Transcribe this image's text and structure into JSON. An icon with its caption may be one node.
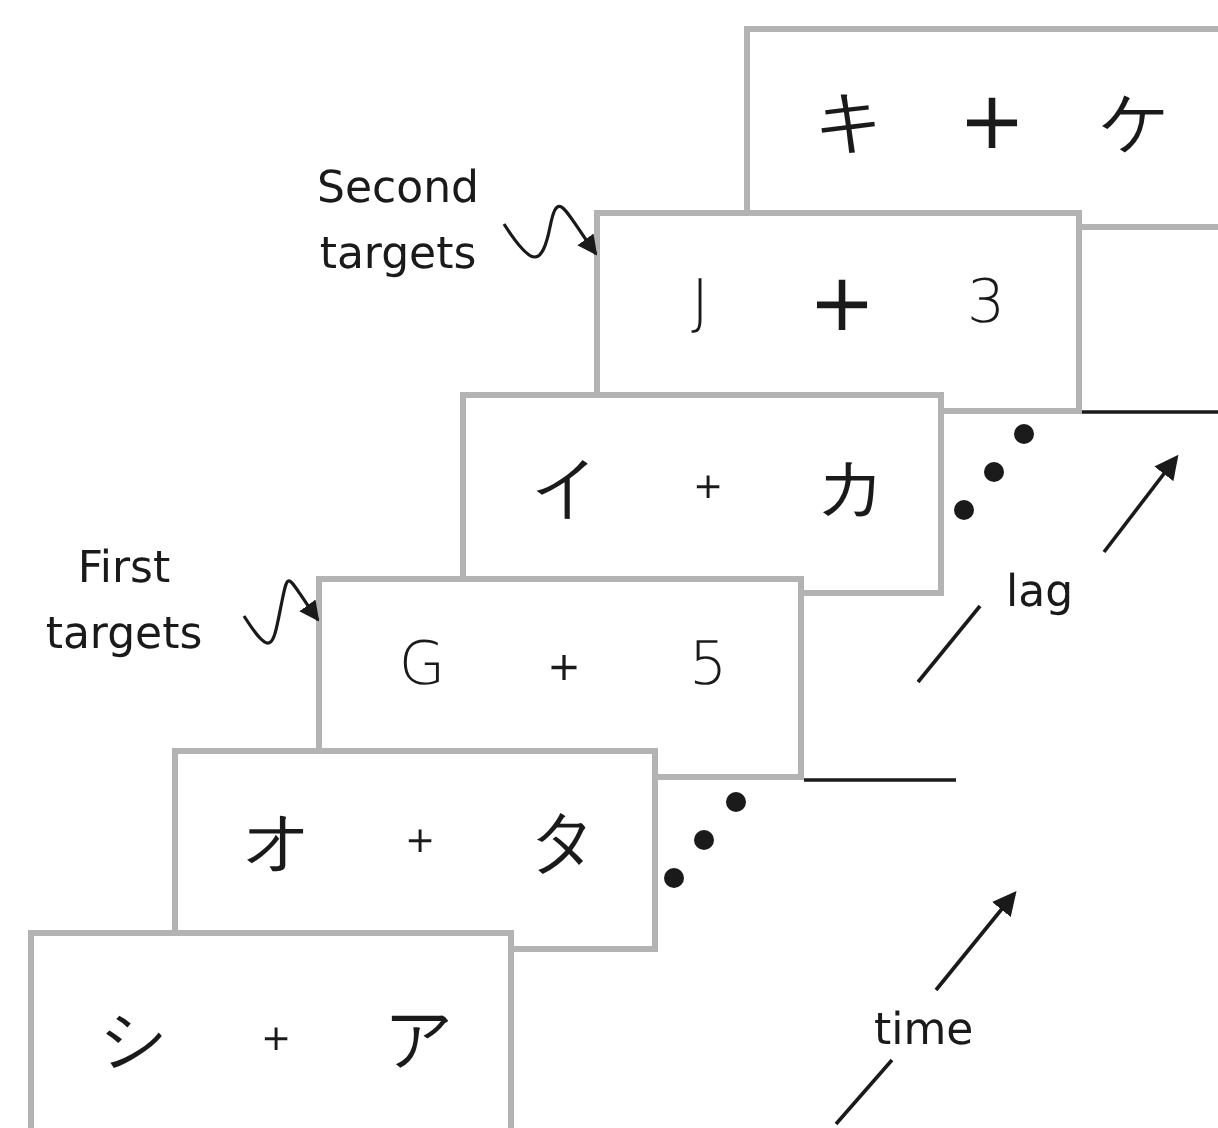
{
  "diagram": {
    "nodes": [
      {
        "text": [
          "キ",
          "+",
          "ケ"
        ]
      },
      {
        "text": [
          "Second targets"
        ]
      },
      {
        "text": [
          "J",
          "+",
          "3"
        ]
      },
      {
        "text": [
          "イ",
          "+",
          "カ"
        ]
      },
      {
        "text": [
          "First targets"
        ]
      },
      {
        "text": [
          "G",
          "+",
          "5"
        ]
      },
      {
        "text": [
          "オ",
          "+",
          "タ"
        ]
      },
      {
        "text": [
          "シ",
          "+",
          "ア"
        ]
      }
    ],
    "edges": [
      {
        "from": 1,
        "to": 2,
        "arrow": "to"
      },
      {
        "from": 4,
        "to": 5,
        "arrow": "to"
      }
    ],
    "labels": [
      "lag",
      "time"
    ]
  }
}
